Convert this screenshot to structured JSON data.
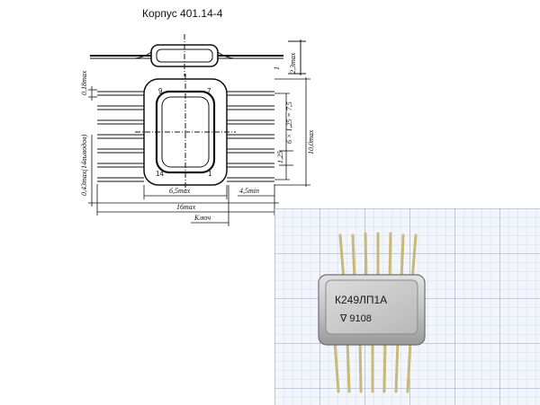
{
  "title": "Корпус 401.14-4",
  "drawing": {
    "pin_numbers": {
      "top_left": "9",
      "top_right": "7",
      "bottom_left": "14",
      "bottom_right": "1"
    },
    "dims": {
      "height_max": "2,3max",
      "step_one": "1",
      "lead_thickness": "0,18max",
      "pitch": "6 × 1,25 = 7,5",
      "width_max": "10,0max",
      "pin_pitch": "1,25",
      "lead_width": "0,43max(14выводов)",
      "body_width": "6,5max",
      "lead_length": "4,5min",
      "total_length": "16max",
      "key": "Ключ"
    }
  },
  "photo": {
    "marking_line1": "К249ЛП1А",
    "marking_line2": "∇ 9108",
    "colors": {
      "grid_bg": "#f2f5fb",
      "grid_minor": "#c9d6ea",
      "grid_major": "#8ea6cc",
      "lead": "#c8b978",
      "body": "#bcbcbc",
      "body_face": "#d4d4d4"
    }
  }
}
